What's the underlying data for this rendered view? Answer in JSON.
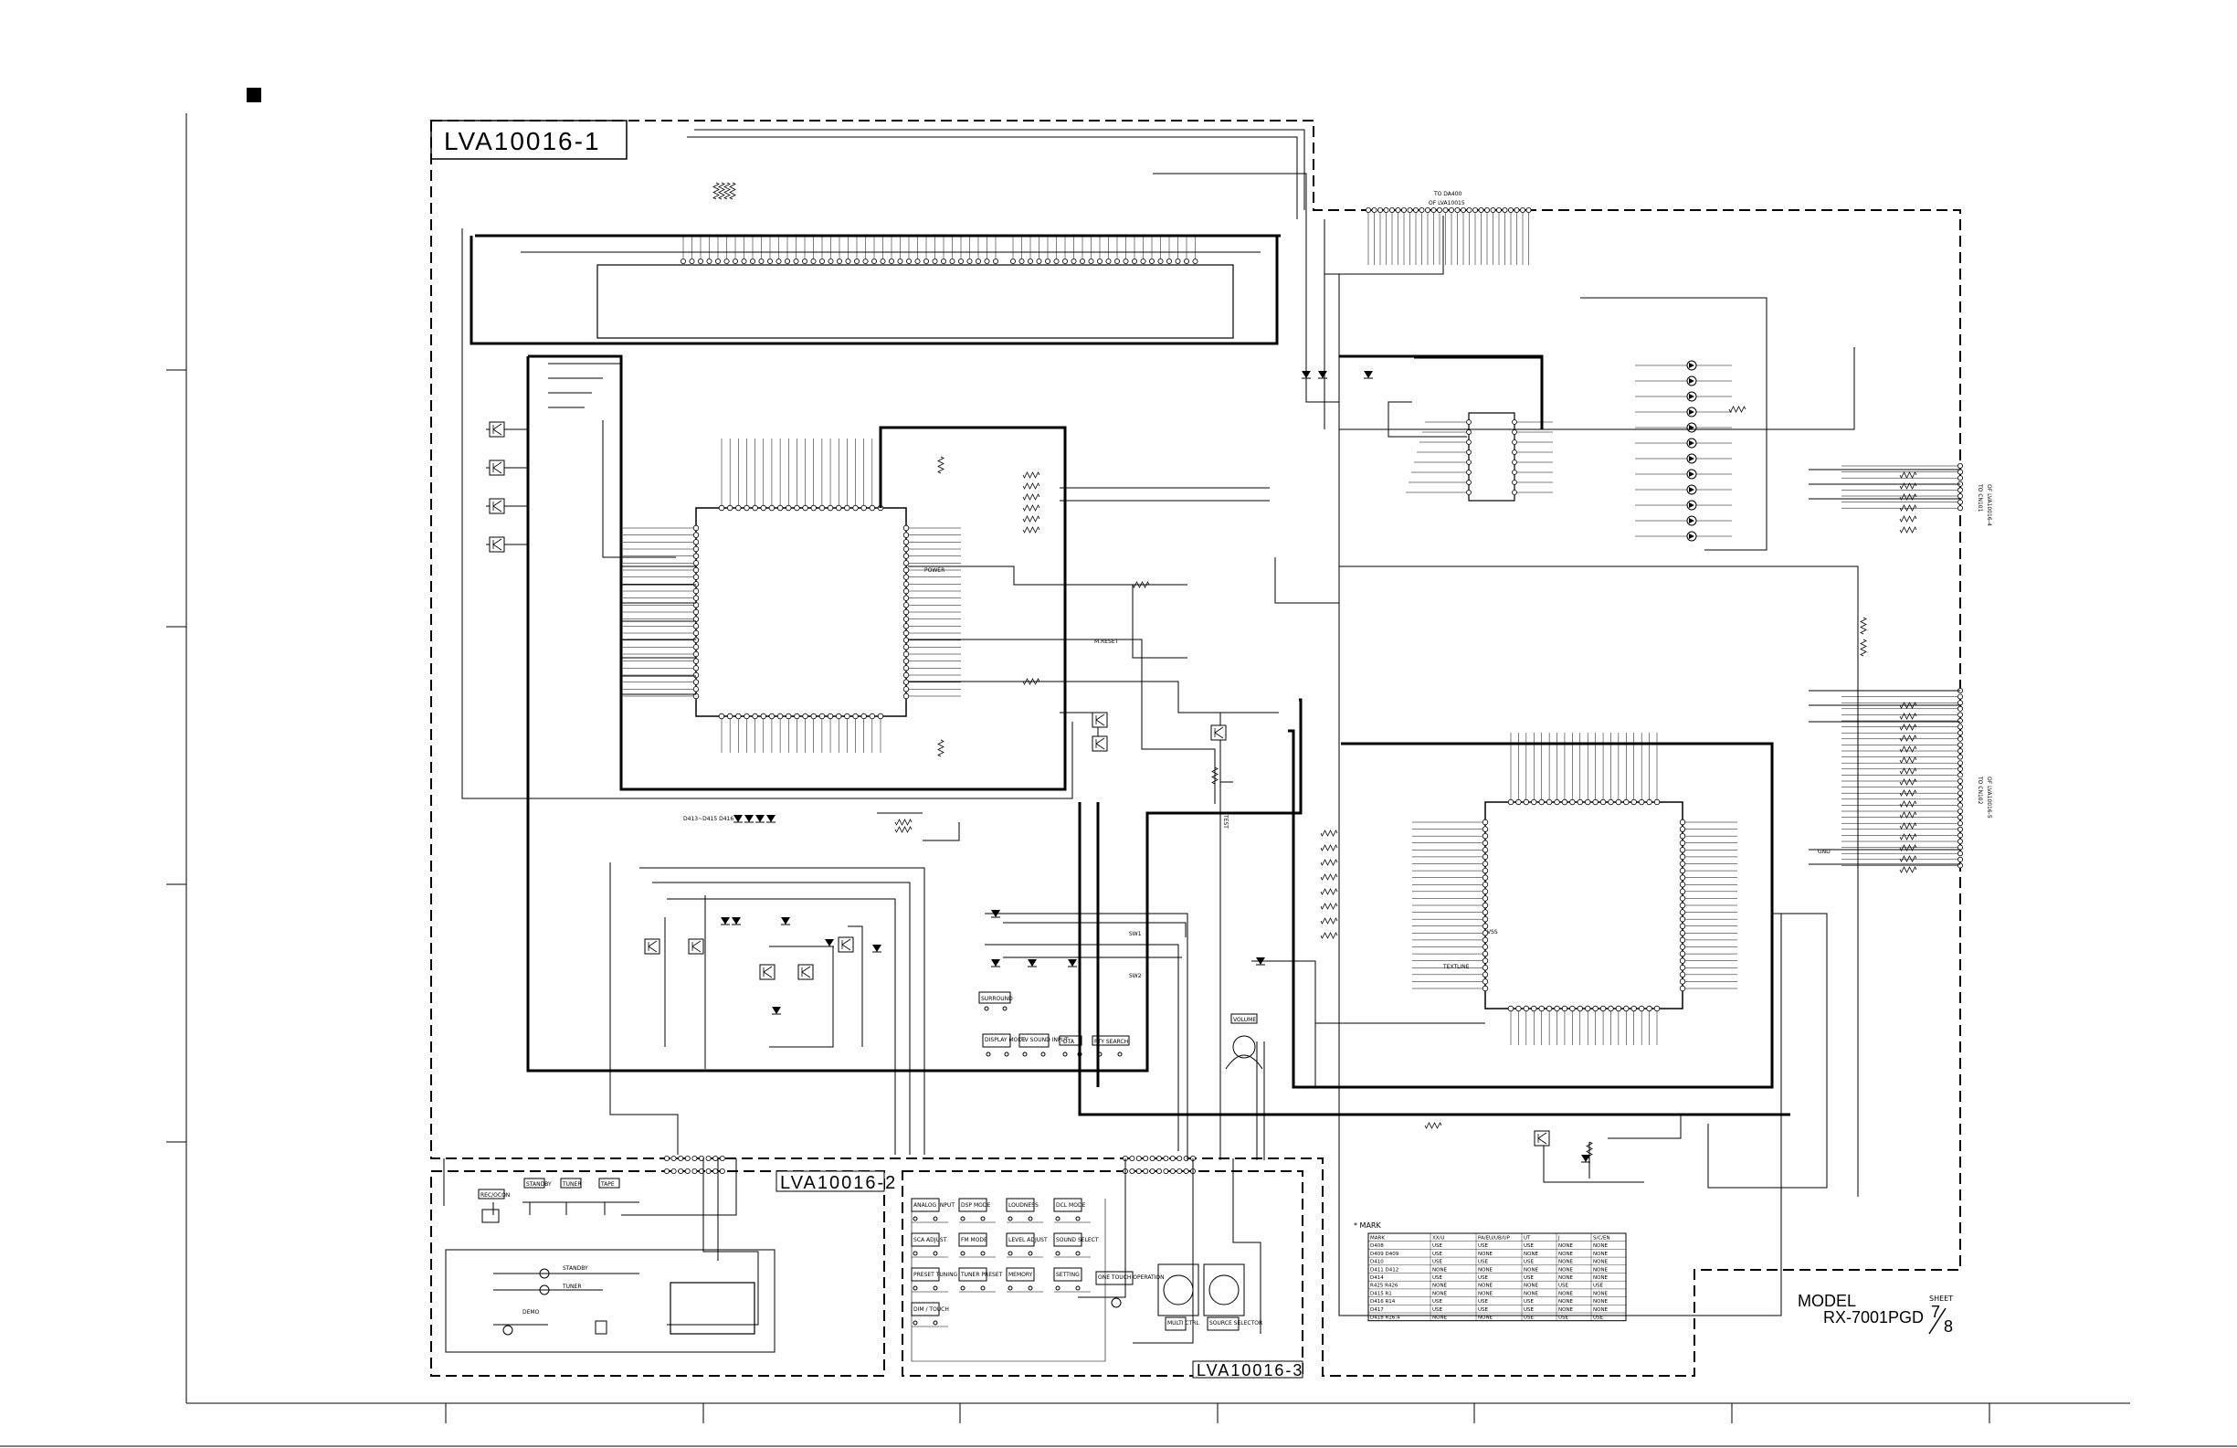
{
  "boards": [
    {
      "id": "b1",
      "label": "LVA10016-1"
    },
    {
      "id": "b2",
      "label": "LVA10016-2"
    },
    {
      "id": "b3",
      "label": "LVA10016-3"
    }
  ],
  "connectors": {
    "top": {
      "line1": "TO DA400",
      "line2": "OF LVA10015"
    },
    "right_upper": {
      "line1": "TO CN101",
      "line2": "OF LVA10016-4"
    },
    "right_lower": {
      "line1": "TO CN102",
      "line2": "OF LVA10016-5"
    }
  },
  "net_labels": {
    "power": "POWER",
    "m_reset": "M.RESET",
    "test": "TEST",
    "diodes": "D413~D415 D416",
    "sw1": "SW1",
    "sw2": "SW2",
    "textline": "TEXTLINE",
    "gnd": "GND",
    "vss": "VSS"
  },
  "switches_b1": [
    "SURROUND",
    "DISPLAY MODE",
    "TV SOUND INPUT",
    "DTA",
    "PTY SEARCH"
  ],
  "volume_label": "VOLUME",
  "switches_b2": [
    "REC/OCON",
    "STANDBY",
    "TUNER",
    "TAPE"
  ],
  "indicators_b2": [
    "STANDBY",
    "TUNER",
    "DEMO"
  ],
  "switches_b3": [
    [
      "ANALOG INPUT",
      "DSP MODE",
      "LOUDNESS",
      "DCL MODE"
    ],
    [
      "SCA ADJUST",
      "FM MODE",
      "LEVEL ADJUST",
      "SOUND SELECT"
    ],
    [
      "PRESET TUNING",
      "TUNER PRESET",
      "MEMORY",
      "SETTING"
    ],
    [
      "DIM / TOUCH"
    ]
  ],
  "switches_b3_extra": [
    "ONE TOUCH OPERATION",
    "MULTI CTRL",
    "SOURCE SELECTOR"
  ],
  "legend": {
    "title": "* MARK",
    "headers": [
      "MARK",
      "XX/U",
      "PA/EU/UB/UP",
      "UT",
      "J",
      "S/C/EN"
    ],
    "rows": [
      [
        "D408",
        "USE",
        "USE",
        "USE",
        "NONE",
        "NONE"
      ],
      [
        "D409 D409",
        "USE",
        "NONE",
        "NONE",
        "NONE",
        "NONE"
      ],
      [
        "D410",
        "USE",
        "USE",
        "USE",
        "NONE",
        "NONE"
      ],
      [
        "D411 D412",
        "NONE",
        "NONE",
        "NONE",
        "NONE",
        "NONE"
      ],
      [
        "D414",
        "USE",
        "USE",
        "USE",
        "NONE",
        "NONE"
      ],
      [
        "R425 R426",
        "NONE",
        "NONE",
        "NONE",
        "USE",
        "USE"
      ],
      [
        "D415 R1",
        "NONE",
        "NONE",
        "NONE",
        "NONE",
        "NONE"
      ],
      [
        "D416 R14",
        "USE",
        "USE",
        "USE",
        "NONE",
        "NONE"
      ],
      [
        "D417",
        "USE",
        "USE",
        "USE",
        "NONE",
        "NONE"
      ],
      [
        "D418 R16.4",
        "NONE",
        "NONE",
        "USE",
        "USE",
        "USE"
      ]
    ]
  },
  "title_block": {
    "model_label": "MODEL",
    "model": "RX-7001PGD",
    "sheet_label": "SHEET",
    "sheet_num": "7",
    "sheet_den": "8"
  }
}
